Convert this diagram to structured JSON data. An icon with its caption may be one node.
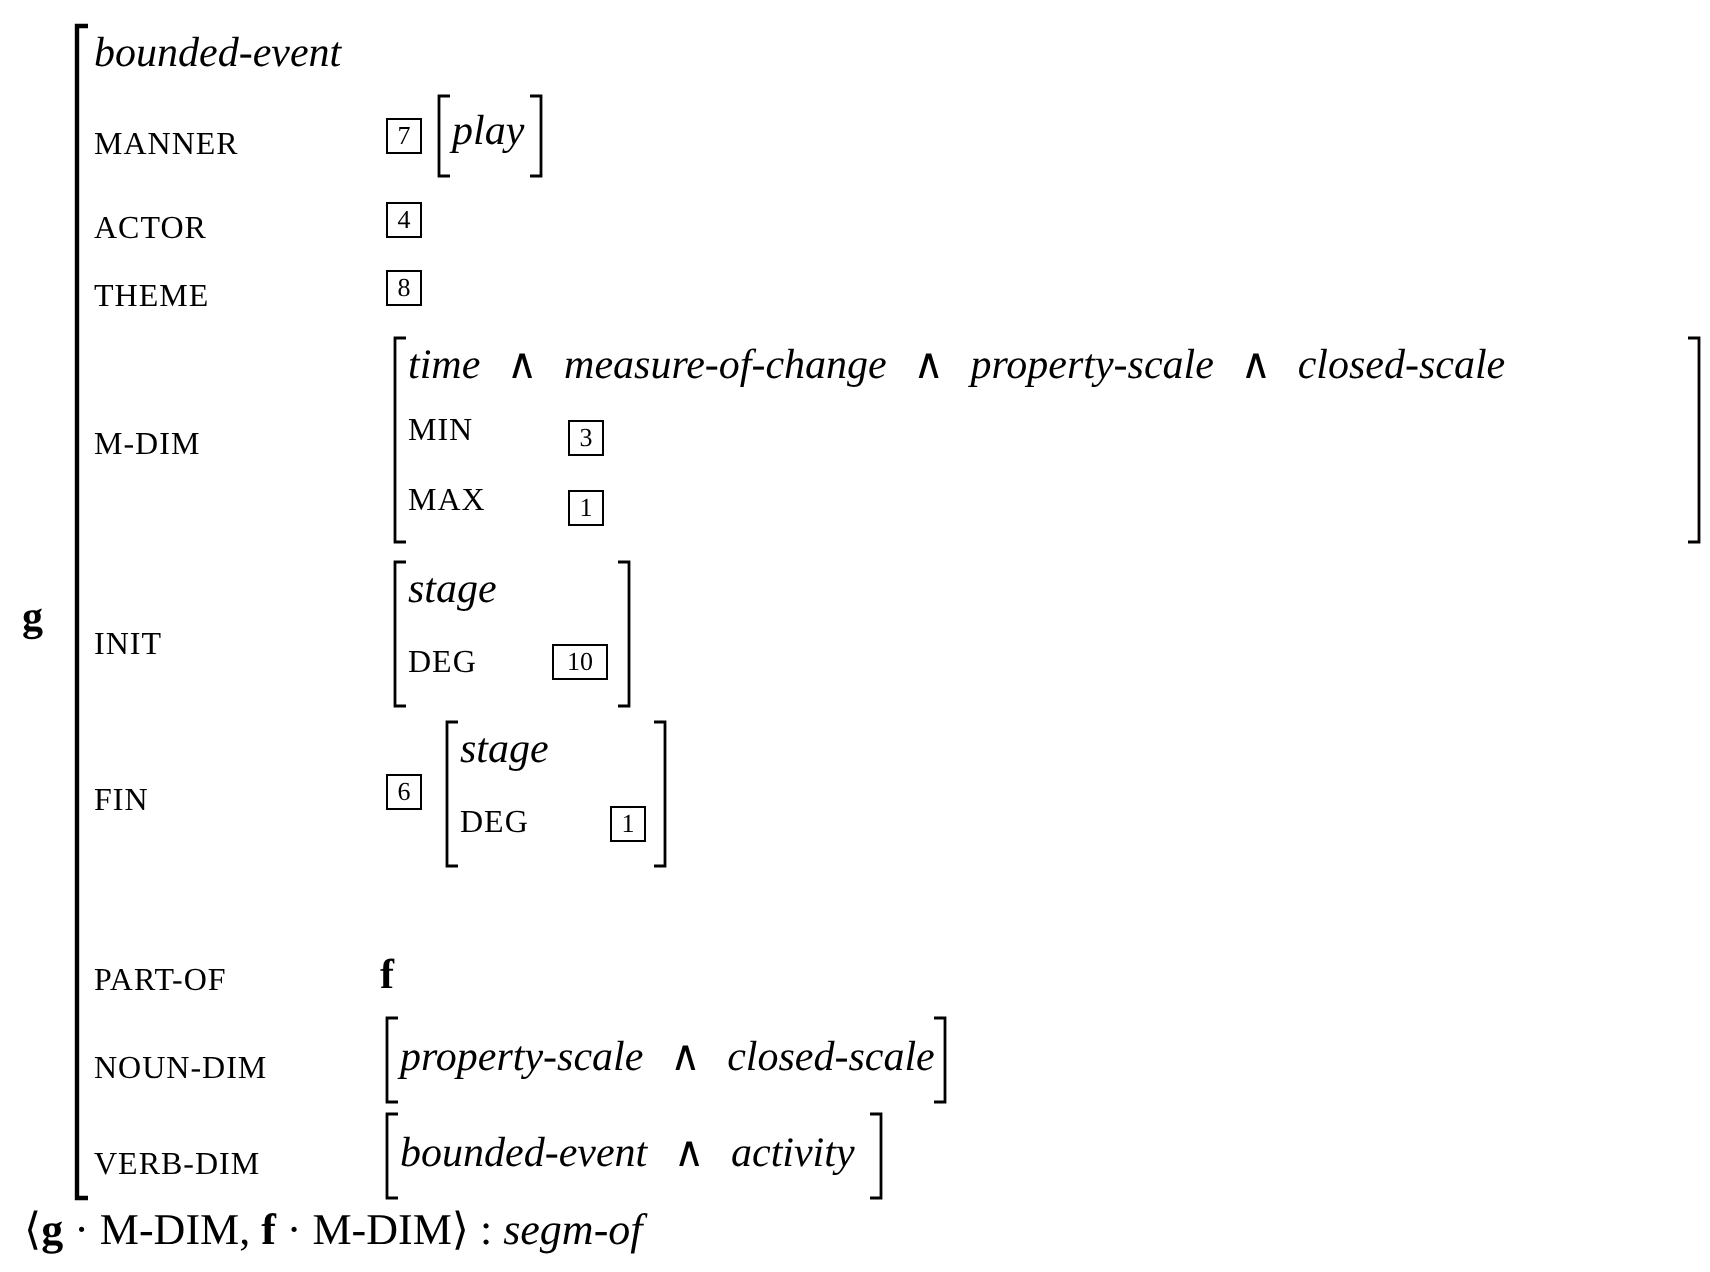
{
  "diagram": {
    "nodes": [
      {
        "text": [
          "bounded-event",
          "MANNER",
          "ACTOR",
          "THEME",
          "M-DIM",
          "INIT",
          "FIN",
          "PART-OF",
          "f",
          "NOUN-DIM",
          "VERB-DIM"
        ],
        "beside": [
          "g"
        ]
      },
      {
        "text": [
          "7"
        ],
        "in": 0
      },
      {
        "text": [
          "play"
        ],
        "in": 0
      },
      {
        "text": [
          "4"
        ],
        "in": 0
      },
      {
        "text": [
          "8"
        ],
        "in": 0
      },
      {
        "text": [
          "*time* ∧ *measure-of-change* ∧ *property-scale* ∧ *closed-scale*",
          "MIN",
          "MAX"
        ],
        "in": 0
      },
      {
        "text": [
          "3"
        ],
        "in": 5
      },
      {
        "text": [
          "1"
        ],
        "in": 5
      },
      {
        "text": [
          "stage",
          "DEG"
        ],
        "in": 0
      },
      {
        "text": [
          "10"
        ],
        "in": 8
      },
      {
        "text": [
          "6"
        ],
        "in": 0
      },
      {
        "text": [
          "stage",
          "DEG"
        ],
        "in": 0
      },
      {
        "text": [
          "1"
        ],
        "in": 11
      },
      {
        "text": [
          "*property-scale* ∧ *closed-scale*"
        ],
        "in": 0
      },
      {
        "text": [
          "*bounded-event* ∧ *activity*"
        ],
        "in": 0
      }
    ],
    "labels": [
      "⟨**g** · M-DIM, **f** · M-DIM⟩ : *segm-of*"
    ]
  }
}
